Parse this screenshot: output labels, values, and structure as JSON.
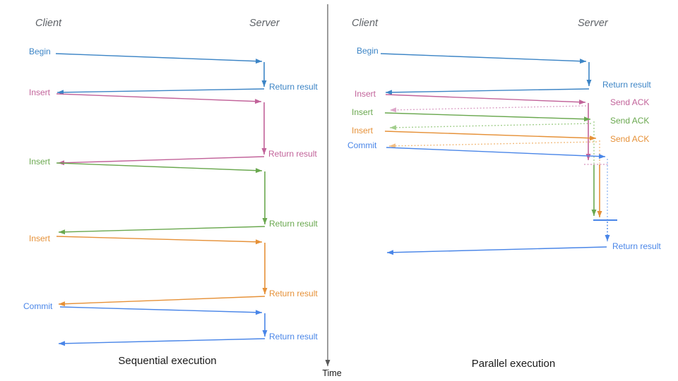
{
  "colors": {
    "blue_steel": "#3d85c6",
    "blue_bright": "#4a86e8",
    "pink": "#c2639a",
    "green": "#6aa84f",
    "orange": "#e69138",
    "pink_light": "#dda6c9",
    "green_light": "#a3cf8e",
    "orange_light": "#f2bd81",
    "blue_light": "#93b9f2",
    "axis": "#595959",
    "header_text": "#5f6368",
    "title_text": "#1a1a1a"
  },
  "left_panel": {
    "title": "Sequential execution",
    "client_header": "Client",
    "server_header": "Server",
    "operations": [
      {
        "label": "Begin",
        "response": "Return result",
        "color": "blue_steel"
      },
      {
        "label": "Insert",
        "response": "Return result",
        "color": "pink"
      },
      {
        "label": "Insert",
        "response": "Return result",
        "color": "green"
      },
      {
        "label": "Insert",
        "response": "Return result",
        "color": "orange"
      },
      {
        "label": "Commit",
        "response": "Return result",
        "color": "blue_bright"
      }
    ]
  },
  "right_panel": {
    "title": "Parallel execution",
    "client_header": "Client",
    "server_header": "Server",
    "operations": [
      {
        "label": "Begin",
        "response": "Return result",
        "color": "blue_steel"
      },
      {
        "label": "Insert",
        "response": "Send ACK",
        "color": "pink"
      },
      {
        "label": "Insert",
        "response": "Send ACK",
        "color": "green"
      },
      {
        "label": "Insert",
        "response": "Send ACK",
        "color": "orange"
      },
      {
        "label": "Commit",
        "response": "Return result",
        "color": "blue_bright"
      }
    ]
  },
  "time_axis": {
    "label": "Time"
  }
}
